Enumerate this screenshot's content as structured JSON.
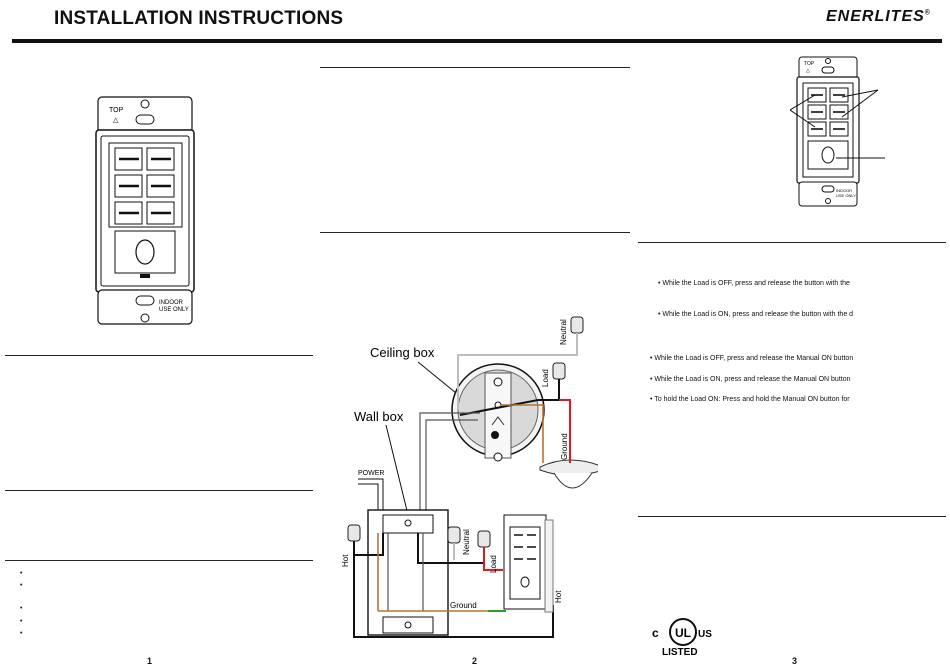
{
  "header": {
    "title": "INSTALLATION INSTRUCTIONS",
    "brand": "ENERLITES",
    "brand_mark": "®"
  },
  "device": {
    "top_label": "TOP",
    "top_symbol": "△",
    "indoor_label_line1": "INDOOR",
    "indoor_label_line2": "USE ONLY"
  },
  "wiring": {
    "ceiling_box": "Ceiling box",
    "wall_box": "Wall box",
    "power": "POWER",
    "hot": "Hot",
    "neutral": "Neutral",
    "load": "Load",
    "ground": "Ground"
  },
  "operation": {
    "line1": "• While the Load is OFF, press and release the button with the",
    "line2": "• While the Load is ON, press and release the button with the d",
    "line3": "• While the Load is OFF, press and release the Manual ON button",
    "line4": "• While the Load is ON, press and release the Manual ON button",
    "line5": "• To hold the Load ON: Press and hold the Manual ON button for"
  },
  "cert": {
    "c": "c",
    "ul": "UL",
    "us": "US",
    "listed": "LISTED"
  },
  "pages": [
    "1",
    "2",
    "3"
  ],
  "colors": {
    "hot_wire": "#000000",
    "load_wire": "#e0191e",
    "neutral_wire": "#bdbdbd",
    "ground_wire": "#2aa32a",
    "copper": "#b87333"
  }
}
